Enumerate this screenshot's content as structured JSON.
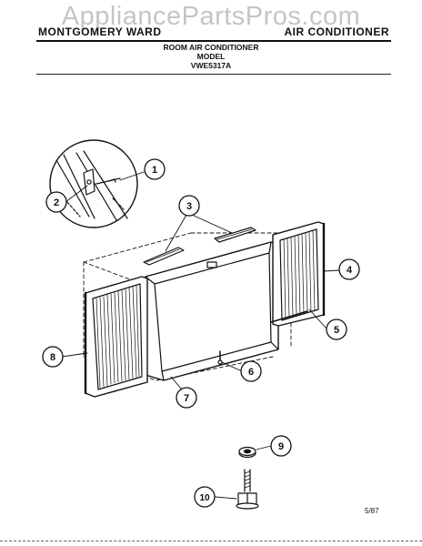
{
  "watermark": "AppliancePartsPros.com",
  "header": {
    "brand": "MONTGOMERY WARD",
    "product": "AIR CONDITIONER"
  },
  "title": {
    "line1": "ROOM AIR CONDITIONER",
    "line2": "MODEL",
    "line3": "VWE5317A"
  },
  "callouts": [
    "1",
    "2",
    "3",
    "4",
    "5",
    "6",
    "7",
    "8",
    "9",
    "10"
  ],
  "footer": {
    "page_code": "5/87"
  }
}
